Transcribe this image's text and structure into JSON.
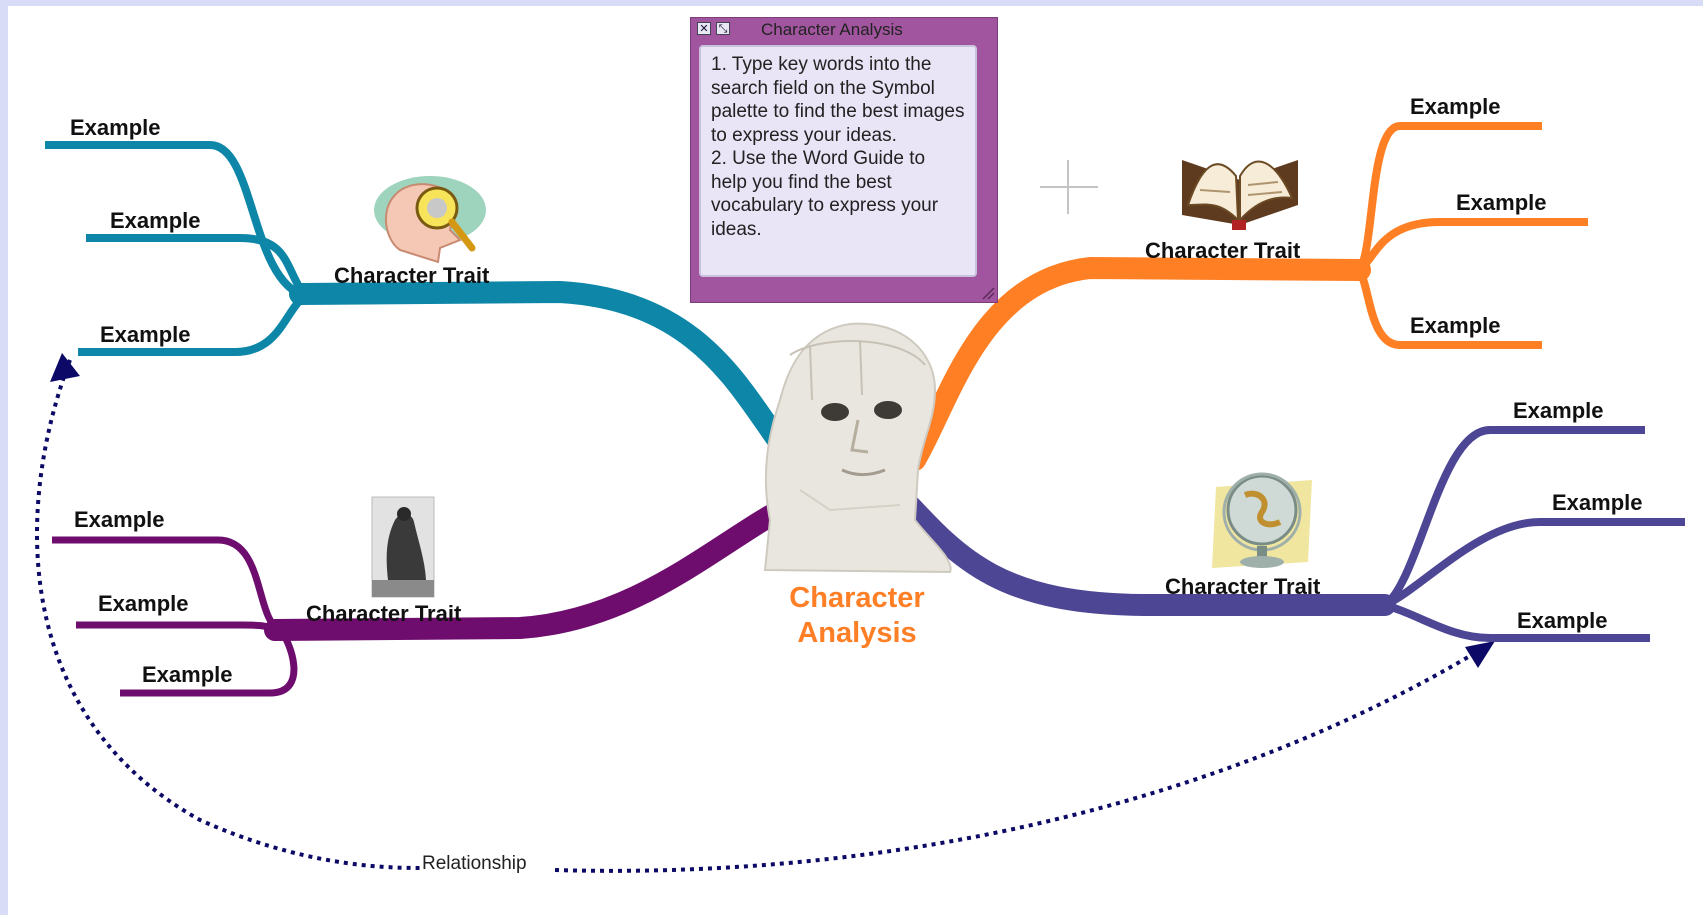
{
  "center": {
    "line1": "Character",
    "line2": "Analysis"
  },
  "note": {
    "title": "Character Analysis",
    "close_icon": "close-icon",
    "expand_icon": "expand-icon",
    "item1": "1. Type key words into the search field on the Symbol palette to find the best images to express your ideas.",
    "item2": "2. Use the Word Guide to help you find the best vocabulary to express your ideas."
  },
  "branches": {
    "top_left": {
      "label": "Character Trait",
      "icon": "head-magnifier-icon",
      "color": "#0d86a8",
      "examples": [
        "Example",
        "Example",
        "Example"
      ]
    },
    "bottom_left": {
      "label": "Character Trait",
      "icon": "thinker-statue-icon",
      "color": "#6e0d6e",
      "examples": [
        "Example",
        "Example",
        "Example"
      ]
    },
    "top_right": {
      "label": "Character Trait",
      "icon": "open-book-icon",
      "color": "#ff7f24",
      "examples": [
        "Example",
        "Example",
        "Example"
      ]
    },
    "bottom_right": {
      "label": "Character Trait",
      "icon": "globe-icon",
      "color": "#4d4694",
      "examples": [
        "Example",
        "Example",
        "Example"
      ]
    }
  },
  "relationship": {
    "label": "Relationship",
    "color": "#0c0a66"
  },
  "colors": {
    "center_text": "#ff7f27",
    "background": "#d8dcf6"
  }
}
